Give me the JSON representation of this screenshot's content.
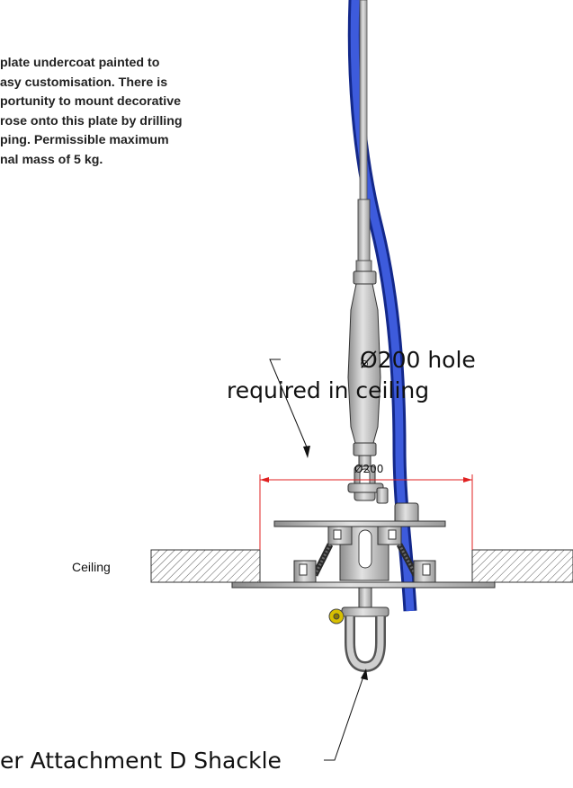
{
  "note_lines": [
    "plate undercoat painted to",
    "asy customisation. There is",
    "portunity to mount decorative",
    "rose onto this plate by drilling",
    "ping. Permissible maximum",
    "nal mass of 5 kg."
  ],
  "labels": {
    "hole_line1": "Ø200 hole",
    "hole_line2": "required in ceiling",
    "dimension": "Ø200",
    "ceiling": "Ceiling",
    "shackle": "er Attachment D Shackle"
  },
  "colors": {
    "cable": "#2b48c8",
    "dimension": "#e02020",
    "metal": "#b8b8b8"
  }
}
